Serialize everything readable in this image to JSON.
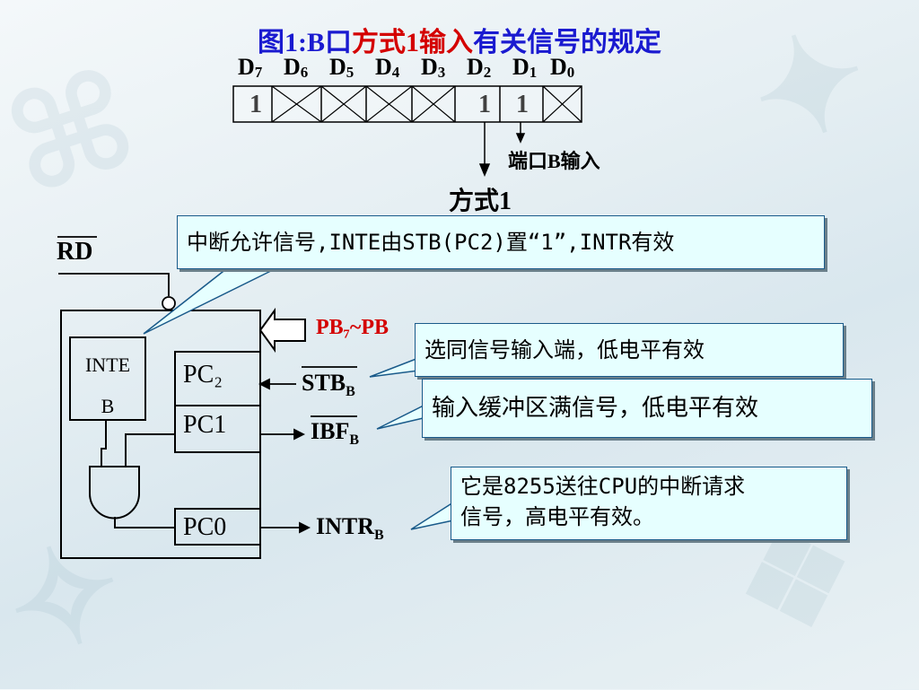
{
  "title": {
    "part1": "图1:B口",
    "part2": "方式1输入",
    "part3": "有关信号的规定"
  },
  "control_word": {
    "bits": [
      {
        "name": "D",
        "sub": "7",
        "value": "1"
      },
      {
        "name": "D",
        "sub": "6",
        "value": ""
      },
      {
        "name": "D",
        "sub": "5",
        "value": ""
      },
      {
        "name": "D",
        "sub": "4",
        "value": ""
      },
      {
        "name": "D",
        "sub": "3",
        "value": ""
      },
      {
        "name": "D",
        "sub": "2",
        "value": "1"
      },
      {
        "name": "D",
        "sub": "1",
        "value": "1"
      },
      {
        "name": "D",
        "sub": "0",
        "value": ""
      }
    ],
    "port_b_input_label": "端口B输入",
    "mode_label": "方式1"
  },
  "diagram": {
    "rd_label": "RD",
    "inte_label_line1": "INTE",
    "inte_label_line2": "B",
    "pc2": "PC₂",
    "pc1": "PC1",
    "pc0": "PC0",
    "pb_label": "PB₇~PB",
    "stb_label": "STB",
    "stb_sub": "B",
    "ibf_label": "IBF",
    "ibf_sub": "B",
    "intr_label": "INTR",
    "intr_sub": "B"
  },
  "callouts": {
    "inte": "中断允许信号,INTE由STB(PC2)置“1”,INTR有效",
    "stb": "选同信号输入端，低电平有效",
    "ibf": "输入缓冲区满信号，低电平有效",
    "intr_line1": "它是8255送往CPU的中断请求",
    "intr_line2": "信号，高电平有效。"
  }
}
